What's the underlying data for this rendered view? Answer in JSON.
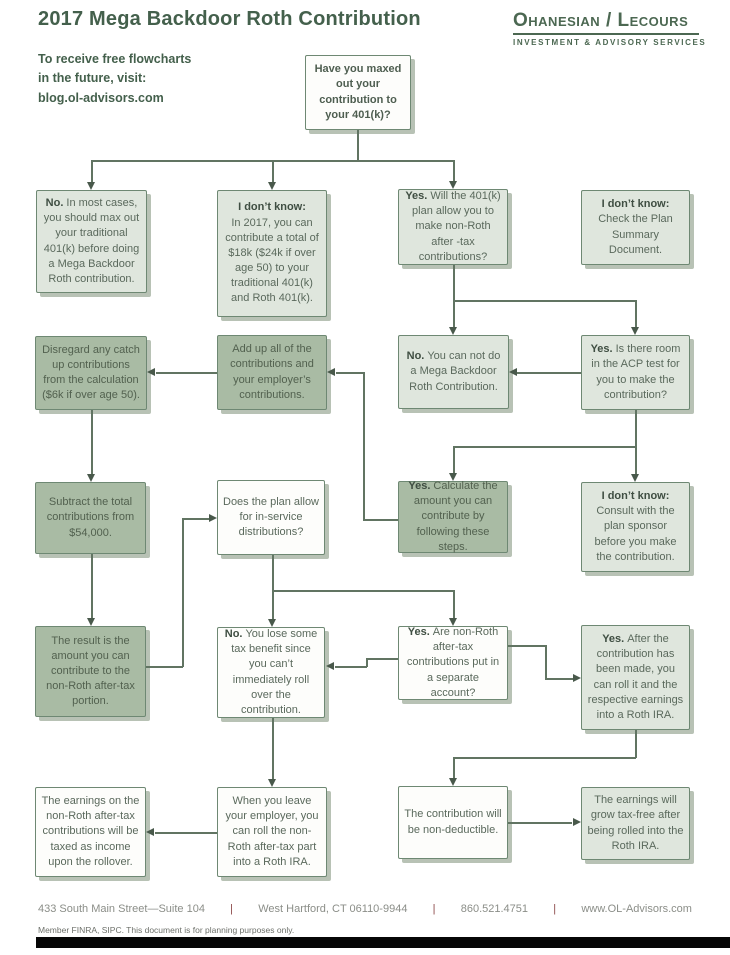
{
  "header": {
    "title": "2017 Mega Backdoor Roth Contribution",
    "logo": {
      "name": "Ohanesian / Lecours",
      "tagline": "Investment & Advisory Services"
    },
    "promo": {
      "line1": "To receive free flowcharts",
      "line2": "in the future, visit:",
      "url": "blog.ol-advisors.com"
    }
  },
  "flowchart": {
    "nodes": [
      {
        "id": "start",
        "lead": "",
        "text": "Have you maxed out your contribution to your 401(k)?"
      },
      {
        "id": "no-max-out",
        "lead": "No.",
        "text": "In most cases, you should max out your traditional 401(k) before doing a Mega Backdoor Roth contribution."
      },
      {
        "id": "idk-2017-limits",
        "lead": "I don’t know:",
        "text": "In 2017, you can contribute a total of $18k ($24k if over age 50) to your traditional 401(k) and Roth 401(k)."
      },
      {
        "id": "yes-plan-allow",
        "lead": "Yes.",
        "text": "Will the 401(k) plan allow you to make non-Roth after -tax contributions?"
      },
      {
        "id": "idk-check-plan",
        "lead": "I don’t know:",
        "text": "Check the Plan Summary Document."
      },
      {
        "id": "disregard-catchup",
        "lead": "",
        "text": "Disregard any catch up contributions from the calculation ($6k if over age 50)."
      },
      {
        "id": "add-up-contributions",
        "lead": "",
        "text": "Add up all of the contributions and your employer’s contributions."
      },
      {
        "id": "no-cannot-do",
        "lead": "No.",
        "text": "You can not do a Mega Backdoor Roth Contribution."
      },
      {
        "id": "yes-acp-room",
        "lead": "Yes.",
        "text": "Is there room in the ACP test for you to make the contribution?"
      },
      {
        "id": "subtract-54000",
        "lead": "",
        "text": "Subtract the total contributions from $54,000."
      },
      {
        "id": "does-in-service",
        "lead": "",
        "text": "Does the plan allow for in-service distributions?"
      },
      {
        "id": "yes-calculate",
        "lead": "Yes.",
        "text": "Calculate the amount you can contribute by following these steps."
      },
      {
        "id": "idk-consult-sponsor",
        "lead": "I don’t know:",
        "text": "Consult with the plan sponsor before you make the contribution."
      },
      {
        "id": "result-amount",
        "lead": "",
        "text": "The result is the amount you can contribute to the non-Roth after-tax portion."
      },
      {
        "id": "no-lose-benefit",
        "lead": "No.",
        "text": "You lose some tax benefit since you can’t immediately roll over the contribution."
      },
      {
        "id": "yes-separate-account",
        "lead": "Yes.",
        "text": "Are non-Roth after-tax contributions put in a separate account?"
      },
      {
        "id": "yes-roll-earnings",
        "lead": "Yes.",
        "text": "After the contribution has been made, you can roll it and the respective earnings into a Roth IRA."
      },
      {
        "id": "earnings-taxed",
        "lead": "",
        "text": "The earnings on the non-Roth after-tax contributions will be taxed as income upon the rollover."
      },
      {
        "id": "when-you-leave",
        "lead": "",
        "text": "When you leave your employer, you can roll the non-Roth after-tax part into a Roth IRA."
      },
      {
        "id": "non-deductible",
        "lead": "",
        "text": "The contribution will be non-deductible."
      },
      {
        "id": "grow-tax-free",
        "lead": "",
        "text": "The earnings will grow tax-free after being rolled into the Roth IRA."
      }
    ]
  },
  "footer": {
    "address": "433 South Main Street—Suite 104",
    "separator": "|",
    "city": "West Hartford, CT 06110-9944",
    "phone": "860.521.4751",
    "website": "www.OL-Advisors.com",
    "disclaimer": "Member FINRA, SIPC.  This document is for planning purposes only."
  },
  "colors": {
    "accent_green": "#44604c",
    "box_border": "#6e8873",
    "box_light": "#dfe6dd",
    "box_medium": "#a9bba4",
    "connector": "#617462",
    "footer_pipe": "#8d4a4a"
  }
}
